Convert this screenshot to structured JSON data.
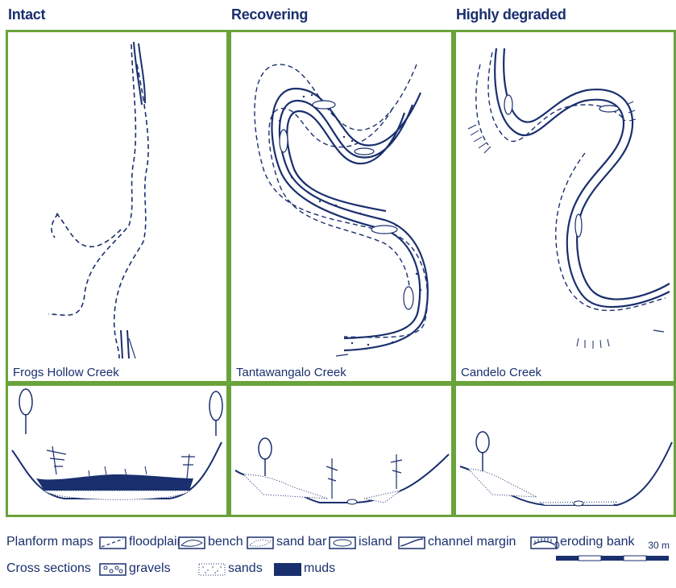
{
  "columns": [
    {
      "heading": "Intact",
      "creek": "Frogs Hollow Creek"
    },
    {
      "heading": "Recovering",
      "creek": "Tantawangalo Creek"
    },
    {
      "heading": "Highly degraded",
      "creek": "Candelo  Creek"
    }
  ],
  "legend": {
    "planform_title": "Planform maps",
    "planform_items": [
      "floodplain",
      "bench",
      "sand bar",
      "island",
      "channel margin",
      "eroding bank"
    ],
    "cross_title": "Cross sections",
    "cross_items": [
      "gravels",
      "sands",
      "muds"
    ]
  },
  "scale_bar": {
    "start": "0",
    "end": "30 m"
  },
  "colors": {
    "frame": "#6aa33c",
    "ink": "#1a2f6e"
  }
}
